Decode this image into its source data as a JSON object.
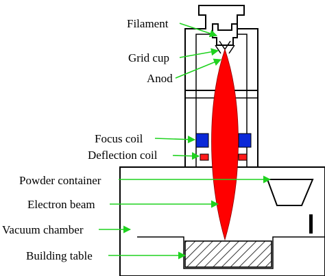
{
  "labels": {
    "filament": "Filament",
    "grid_cup": "Grid cup",
    "anod": "Anod",
    "focus_coil": "Focus coil",
    "deflection_coil": "Deflection coil",
    "powder_container": "Powder container",
    "electron_beam": "Electron beam",
    "vacuum_chamber": "Vacuum chamber",
    "building_table": "Building table"
  },
  "colors": {
    "beam": "#ff0000",
    "focus_coil": "#0a28d8",
    "deflection_coil": "#ff1a1a",
    "arrow": "#1fd21f",
    "outline": "#000000"
  }
}
